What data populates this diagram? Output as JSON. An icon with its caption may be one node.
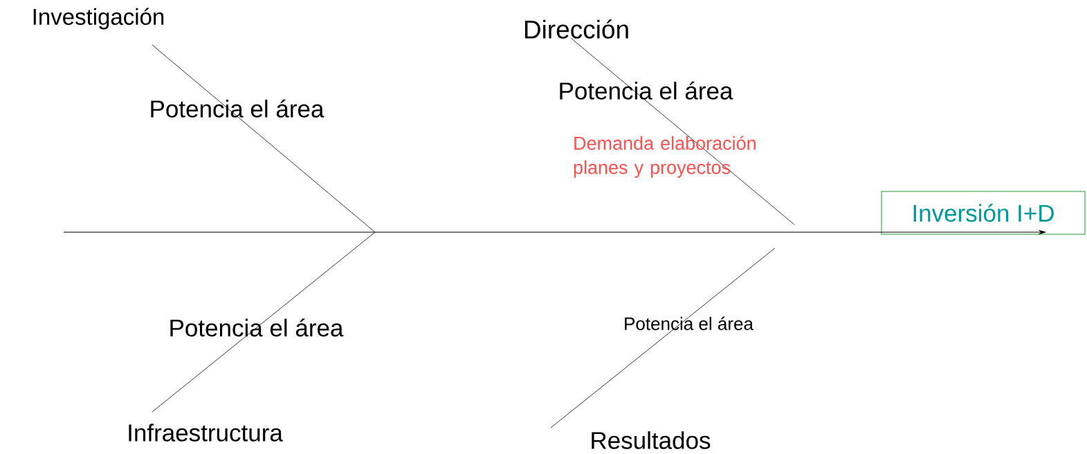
{
  "diagram": {
    "nodes": [
      {
        "text": [
          "Investigación"
        ]
      },
      {
        "text": [
          "Dirección"
        ]
      },
      {
        "text": [
          "Infraestructura"
        ]
      },
      {
        "text": [
          "Resultados"
        ]
      },
      {
        "text": [
          "Inversión I+D"
        ]
      }
    ],
    "edges": [
      {
        "from": null,
        "to": 4,
        "arrow": "to"
      },
      {
        "from": 0,
        "to": null,
        "arrow": "none"
      },
      {
        "from": 1,
        "to": null,
        "arrow": "none"
      },
      {
        "from": 2,
        "to": null,
        "arrow": "none"
      },
      {
        "from": 3,
        "to": null,
        "arrow": "none"
      }
    ],
    "labels": [
      "Potencia el área",
      "Potencia el área",
      "Demanda elaboración planes y proyectos",
      "Potencia el área",
      "Potencia el área"
    ]
  }
}
